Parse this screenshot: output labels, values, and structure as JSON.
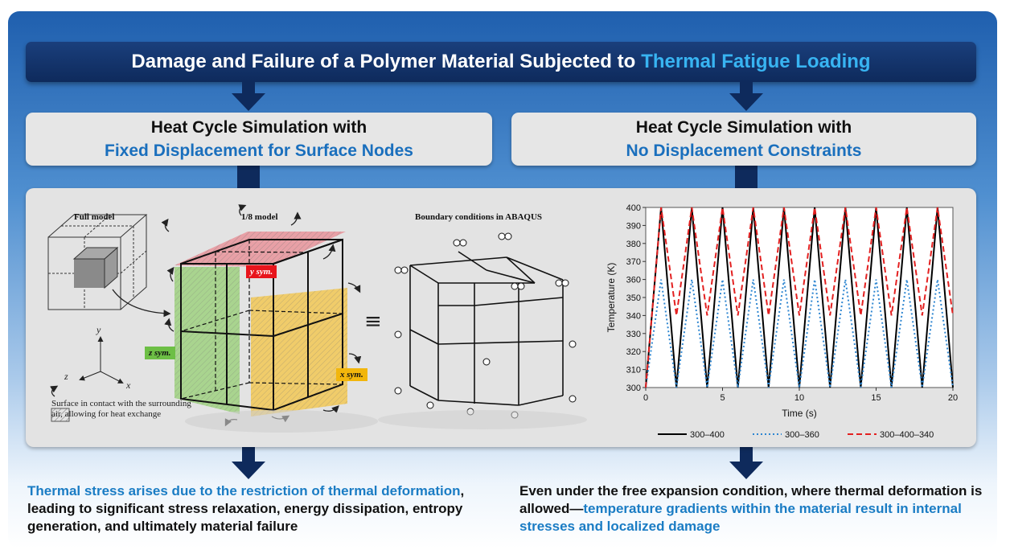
{
  "title": {
    "text": "Damage and Failure of a Polymer Material Subjected to",
    "highlight": "Thermal Fatigue Loading"
  },
  "left_box": {
    "line1": "Heat Cycle Simulation with",
    "line2": "Fixed Displacement for Surface Nodes"
  },
  "right_box": {
    "line1": "Heat Cycle Simulation with",
    "line2": "No Displacement Constraints"
  },
  "figure": {
    "full_model": "Full model",
    "eighth_model": "1/8 model",
    "boundary": "Boundary conditions in ABAQUS",
    "y_sym": "y sym.",
    "z_sym": "z sym.",
    "x_sym": "x sym.",
    "axis_x": "x",
    "axis_y": "y",
    "axis_z": "z",
    "equiv": "≡",
    "legend_text": "Surface in contact with the surrounding air, allowing for heat exchange"
  },
  "chart_data": {
    "type": "line",
    "xlabel": "Time (s)",
    "ylabel": "Temperature (K)",
    "xlim": [
      0,
      20
    ],
    "ylim": [
      300,
      400
    ],
    "xticks": [
      "0",
      "5",
      "10",
      "15",
      "20"
    ],
    "yticks": [
      "300",
      "310",
      "320",
      "330",
      "340",
      "350",
      "360",
      "370",
      "380",
      "390",
      "400"
    ],
    "grid": false,
    "legend_position": "bottom",
    "series": [
      {
        "name": "300–400",
        "color": "#000000",
        "dash": "solid",
        "x": [
          0,
          1,
          2,
          3,
          4,
          5,
          6,
          7,
          8,
          9,
          10,
          11,
          12,
          13,
          14,
          15,
          16,
          17,
          18,
          19,
          20
        ],
        "values": [
          300,
          400,
          300,
          400,
          300,
          400,
          300,
          400,
          300,
          400,
          300,
          400,
          300,
          400,
          300,
          400,
          300,
          400,
          300,
          400,
          300
        ]
      },
      {
        "name": "300–360",
        "color": "#2e86d1",
        "dash": "dot",
        "x": [
          0,
          1,
          2,
          3,
          4,
          5,
          6,
          7,
          8,
          9,
          10,
          11,
          12,
          13,
          14,
          15,
          16,
          17,
          18,
          19,
          20
        ],
        "values": [
          300,
          360,
          300,
          360,
          300,
          360,
          300,
          360,
          300,
          360,
          300,
          360,
          300,
          360,
          300,
          360,
          300,
          360,
          300,
          360,
          300
        ]
      },
      {
        "name": "300–400–340",
        "color": "#e32020",
        "dash": "dash",
        "x": [
          0,
          1,
          2,
          3,
          4,
          5,
          6,
          7,
          8,
          9,
          10,
          11,
          12,
          13,
          14,
          15,
          16,
          17,
          18,
          19,
          20
        ],
        "values": [
          300,
          400,
          340,
          400,
          340,
          400,
          340,
          400,
          340,
          400,
          340,
          400,
          340,
          400,
          340,
          400,
          340,
          400,
          340,
          400,
          340
        ]
      }
    ]
  },
  "bottom_left": {
    "blue": "Thermal stress arises due to the restriction of thermal deformation",
    "black": ", leading to significant stress relaxation, energy dissipation, entropy generation, and ultimately material failure"
  },
  "bottom_right": {
    "black": "Even under the free expansion condition, where thermal deformation is allowed—",
    "blue": "temperature gradients within the material result in internal stresses and localized damage"
  }
}
